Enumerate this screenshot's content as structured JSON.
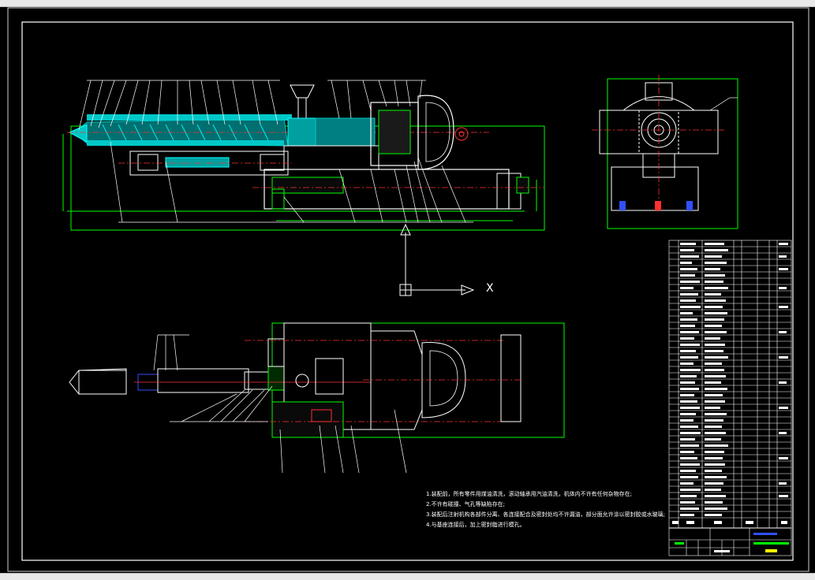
{
  "viewer": {
    "title": "CAD Drawing Viewer"
  },
  "axis": {
    "x_label": "X"
  },
  "notes": {
    "line1": "1.装配前，所有零件用煤油清洗，滚动轴承用汽油清洗，机体内不许有任何杂物存在;",
    "line2": "2.不许有碰撞、气孔等缺陷存在;",
    "line3": "3.装配后注射机构各部件分离、各连接配合及密封处均不许漏油，部分面允许涂以密封胶或水玻璃;",
    "line4": "4.与基座连接后，加上密封脂进行模孔。"
  },
  "colors": {
    "background": "#000000",
    "border": "#ffffff",
    "cyan": "#00c8c8",
    "green": "#00ff00",
    "red": "#ff3030",
    "blue": "#3050ff",
    "white": "#ffffff"
  }
}
